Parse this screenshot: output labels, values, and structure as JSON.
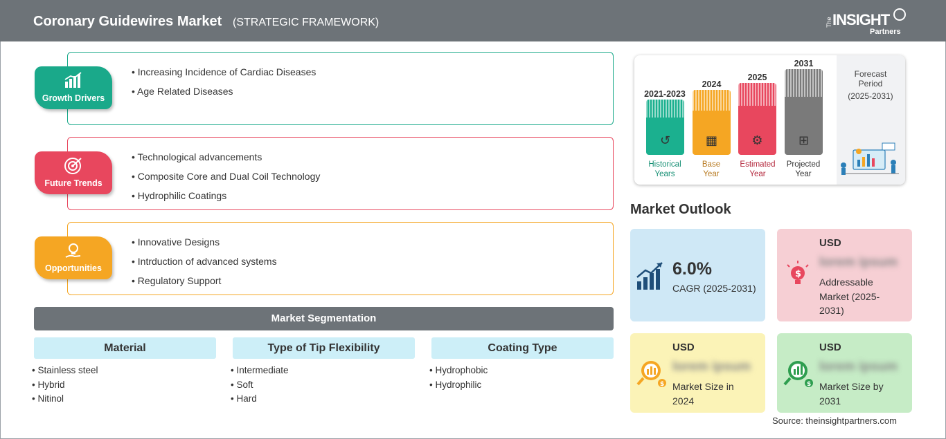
{
  "header": {
    "title": "Coronary Guidewires Market",
    "subtitle": "(STRATEGIC FRAMEWORK)",
    "logo": {
      "the": "The",
      "insight": "INSIGHT",
      "partners": "Partners"
    }
  },
  "framework": {
    "growth_drivers": {
      "label": "Growth Drivers",
      "color": "#1aa98a",
      "items": [
        "Increasing Incidence of Cardiac Diseases",
        "Age Related Diseases"
      ]
    },
    "future_trends": {
      "label": "Future Trends",
      "color": "#e8475e",
      "items": [
        "Technological advancements",
        "Composite Core and Dual Coil Technology",
        "Hydrophilic Coatings"
      ]
    },
    "opportunities": {
      "label": "Opportunities",
      "color": "#f5a623",
      "items": [
        "Innovative Designs",
        "Intrduction of advanced systems",
        "Regulatory Support"
      ]
    }
  },
  "segmentation": {
    "title": "Market Segmentation",
    "columns": [
      {
        "heading": "Material",
        "items": [
          "Stainless steel",
          "Hybrid",
          "Nitinol"
        ]
      },
      {
        "heading": "Type of Tip Flexibility",
        "items": [
          "Intermediate",
          "Soft",
          "Hard"
        ]
      },
      {
        "heading": "Coating Type",
        "items": [
          "Hydrophobic",
          "Hydrophilic"
        ]
      }
    ]
  },
  "timeline": {
    "bars": [
      {
        "year": "2021-2023",
        "caption_1": "Historical",
        "caption_2": "Years",
        "color": "#1bb08f",
        "year_color": "#168f74"
      },
      {
        "year": "2024",
        "caption_1": "Base",
        "caption_2": "Year",
        "color": "#f5a623",
        "year_color": "#b7791f"
      },
      {
        "year": "2025",
        "caption_1": "Estimated",
        "caption_2": "Year",
        "color": "#e8475e",
        "year_color": "#b3263b"
      },
      {
        "year": "2031",
        "caption_1": "Projected",
        "caption_2": "Year",
        "color": "#7a7a7a",
        "year_color": "#333333"
      }
    ],
    "forecast": {
      "line_1": "Forecast",
      "line_2": "Period",
      "line_3": "(2025-2031)"
    }
  },
  "outlook": {
    "title": "Market Outlook",
    "cagr": {
      "value": "6.0%",
      "label": "CAGR (2025-2031)"
    },
    "addressable": {
      "currency": "USD",
      "value": "lorem ipsum",
      "label_1": "Addressable",
      "label_2": "Market (2025-",
      "label_3": "2031)"
    },
    "size_2024": {
      "currency": "USD",
      "value": "lorem ipsum",
      "label_1": "Market Size in",
      "label_2": "2024"
    },
    "size_2031": {
      "currency": "USD",
      "value": "lorem ipsum",
      "label_1": "Market Size by",
      "label_2": "2031"
    }
  },
  "source": "Source: theinsightpartners.com"
}
